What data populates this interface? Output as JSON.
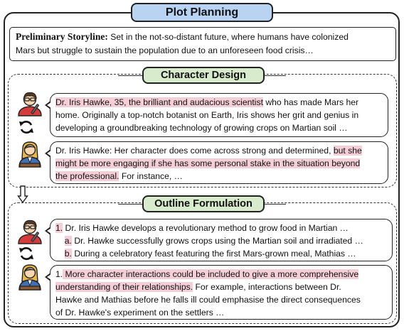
{
  "header": {
    "title": "Plot Planning"
  },
  "storyline": {
    "label": "Preliminary Storyline:",
    "line1_rest": " Set in the not-so-distant future, where humans have colonized",
    "line2": "Mars but struggle to sustain the population due to an unforeseen food crisis…"
  },
  "character_design": {
    "title": "Character Design",
    "writer_bubble": {
      "line1_hl": "Dr. Iris Hawke, 35, the brilliant and audacious scientist",
      "line1_rest": " who has made Mars her",
      "line2": "home. Originally a top-notch botanist on Earth, Iris shows her grit and genius in",
      "line3": "developing a groundbreaking technology of growing crops on Martian soil …"
    },
    "reviewer_bubble": {
      "line1_a": "Dr. Iris Hawke: Her character does come across strong and determined, ",
      "line1_hl": "but she",
      "line2_hl": "might be more engaging if she has some personal stake in the situation beyond",
      "line3_hl": "the professional.",
      "line3_rest": " For instance, …"
    }
  },
  "outline": {
    "title": "Outline Formulation",
    "writer_bubble": {
      "item1_num": "1.",
      "item1_text": " Dr. Iris Hawke develops a revolutionary method to grow food in Martian …",
      "item1a_num": "a.",
      "item1a_text": " Dr. Hawke successfully grows crops using the Martian soil and irradiated …",
      "item1b_num": "b.",
      "item1b_text": " During a celebratory feast featuring the first Mars-grown meal, Mathias …"
    },
    "reviewer_bubble": {
      "line1_num": "1.",
      "line1_hl": " More character interactions could be included to give a more comprehensive",
      "line2_hl": "understanding of their relationships.",
      "line2_rest": " For example, interactions between Dr.",
      "line3": "Hawke and Mathias before he falls ill could emphasise the direct consequences",
      "line4": "of Dr. Hawke's experiment on the settlers …"
    }
  },
  "colors": {
    "title_fill": "#b9d3f3",
    "section_title_fill": "#d8ebcd",
    "highlight": "#f5cfd8"
  },
  "icons": [
    "writer-avatar-icon",
    "reviewer-avatar-icon",
    "refresh-cycle-icon",
    "down-arrow-icon"
  ]
}
